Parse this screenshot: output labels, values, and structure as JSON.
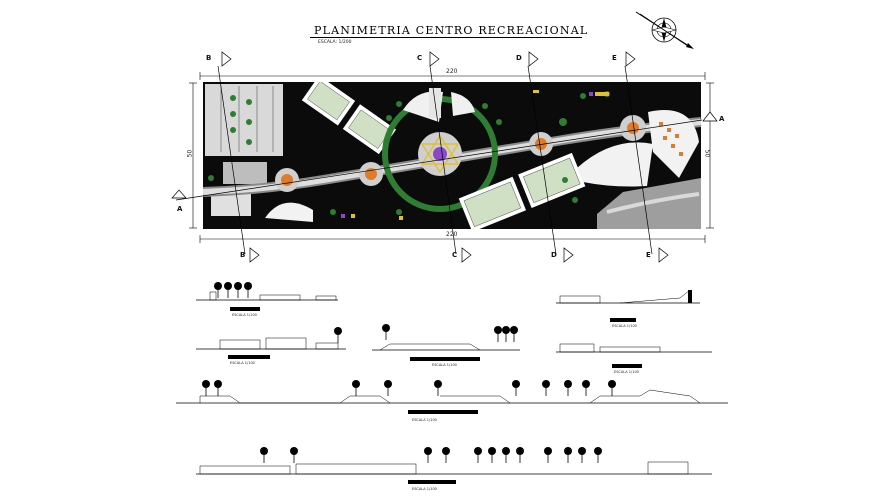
{
  "title": "PLANIMETRIA CENTRO RECREACIONAL",
  "subtitle": "ESCALA: 1/200",
  "section_markers": {
    "top": [
      "B",
      "C",
      "D",
      "E"
    ],
    "bottom": [
      "B",
      "C",
      "D",
      "E"
    ],
    "left": "A",
    "right": "A"
  },
  "dimensions": {
    "top": "220",
    "bottom": "220",
    "left": "50",
    "right": "50"
  },
  "elevation_scales": [
    "ESCALA 1/100",
    "ESCALA 1/100",
    "ESCALA 1/100",
    "ESCALA 1/100",
    "ESCALA 1/100",
    "ESCALA 1/100",
    "ESCALA 1/100"
  ],
  "colors": {
    "plan_background": "#0b0b0b",
    "plaza": "#e8e8e8",
    "court": "#cfe0c4",
    "green": "#2e7d32",
    "accent_orange": "#e07b2a",
    "accent_yellow": "#e0c030",
    "accent_purple": "#8a4ac8",
    "line": "#000000"
  },
  "icons": [
    "north-compass-icon",
    "section-cut-arrow-icon",
    "palm-tree-icon"
  ]
}
